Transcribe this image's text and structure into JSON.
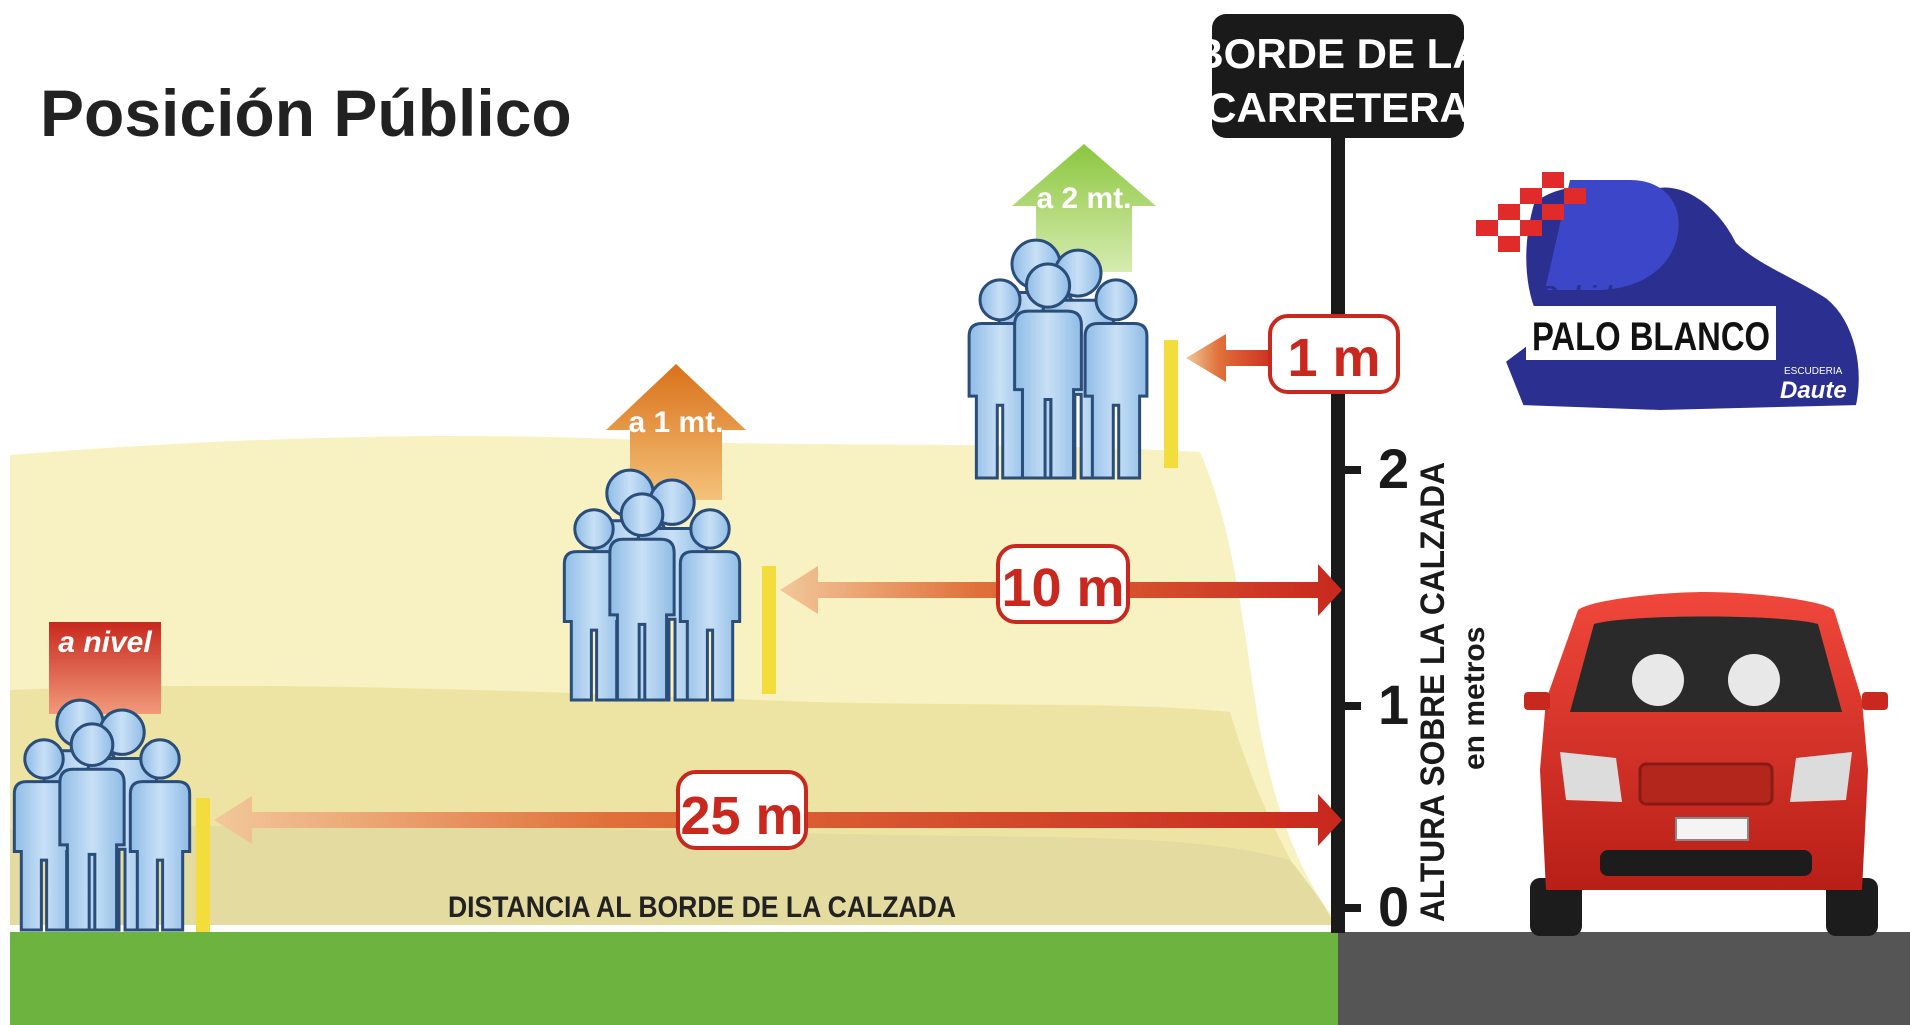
{
  "title": "Posición Público",
  "road_edge_sign": {
    "line1": "BORDE DE LA",
    "line2": "CARRETERA"
  },
  "height_axis": {
    "label": "ALTURA SOBRE LA CALZADA",
    "unit_label": "en metros",
    "ticks": [
      "0",
      "1",
      "2"
    ]
  },
  "distance_label": "DISTANCIA AL BORDE DE LA CALZADA",
  "zones": [
    {
      "arrow_text": "a nivel",
      "distance": "25 m",
      "color": "#c8281e"
    },
    {
      "arrow_text": "a 1 mt.",
      "distance": "10 m",
      "color": "#d9711a"
    },
    {
      "arrow_text": "a 2 mt.",
      "distance": "1 m",
      "color": "#8cc63f"
    }
  ],
  "logo": {
    "line1": "Subida",
    "line2": "PALO BLANCO",
    "club_label": "ESCUDERIA",
    "club_name": "Daute"
  },
  "colors": {
    "grass": "#6cb33f",
    "road": "#555555",
    "terrain_light": "#f7f0b8",
    "terrain_mid": "#ede3a0",
    "person_fill": "#a9cdf0",
    "arrow_red": "#c8281e",
    "car_red": "#e5342a"
  }
}
